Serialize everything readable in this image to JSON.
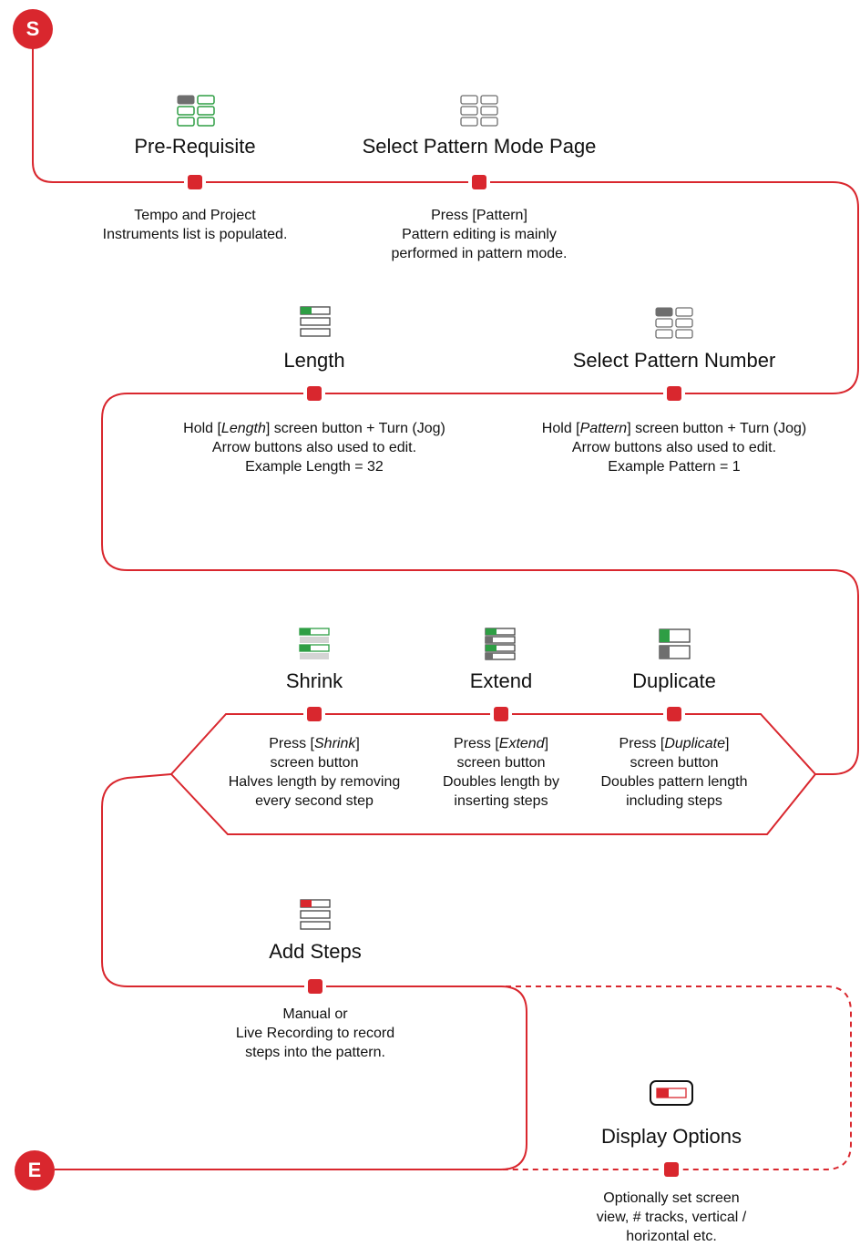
{
  "start_label": "S",
  "end_label": "E",
  "colors": {
    "accent": "#d9272e",
    "green": "#2e9e44",
    "grey": "#6e6e6e",
    "light_grey": "#d4d4d4"
  },
  "steps": {
    "prereq": {
      "title": "Pre-Requisite",
      "icon": "pattern-grid-icon-green",
      "desc": [
        "Tempo and Project",
        "Instruments list is populated."
      ]
    },
    "select_mode": {
      "title": "Select Pattern Mode Page",
      "icon": "pattern-grid-icon",
      "desc": [
        "Press [Pattern]",
        "Pattern editing is mainly",
        "performed in pattern mode."
      ]
    },
    "length": {
      "title": "Length",
      "icon": "length-bars-icon",
      "desc": [
        {
          "a": "Hold [",
          "i": "Length",
          "b": "] screen button + Turn (Jog)"
        },
        "Arrow buttons also used to edit.",
        "Example Length = 32"
      ]
    },
    "select_number": {
      "title": "Select Pattern Number",
      "icon": "pattern-grid-icon-selected",
      "desc": [
        {
          "a": "Hold [",
          "i": "Pattern",
          "b": "] screen button + Turn (Jog)"
        },
        "Arrow buttons also used to edit.",
        "Example Pattern = 1"
      ]
    },
    "shrink": {
      "title": "Shrink",
      "icon": "shrink-bars-icon",
      "desc": [
        {
          "a": "Press [",
          "i": "Shrink",
          "b": "]"
        },
        "screen button",
        "Halves length by removing",
        "every second step"
      ]
    },
    "extend": {
      "title": "Extend",
      "icon": "extend-bars-icon",
      "desc": [
        {
          "a": "Press [",
          "i": "Extend",
          "b": "]"
        },
        "screen button",
        "Doubles length by",
        "inserting steps"
      ]
    },
    "duplicate": {
      "title": "Duplicate",
      "icon": "duplicate-bars-icon",
      "desc": [
        {
          "a": "Press [",
          "i": "Duplicate",
          "b": "]"
        },
        "screen button",
        "Doubles pattern length",
        "including steps"
      ]
    },
    "add_steps": {
      "title": "Add Steps",
      "icon": "add-steps-bars-icon",
      "desc": [
        "Manual or",
        "Live Recording to record",
        "steps into the pattern."
      ]
    },
    "display": {
      "title": "Display Options",
      "icon": "display-toggle-icon",
      "desc": [
        "Optionally set screen",
        "view, # tracks, vertical /",
        "horizontal etc."
      ]
    }
  }
}
